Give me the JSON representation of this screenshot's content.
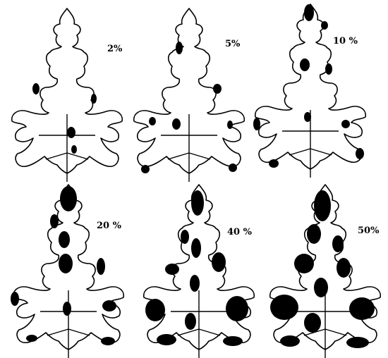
{
  "panels": [
    {
      "label": "2%",
      "severity_percent": 2
    },
    {
      "label": "5%",
      "severity_percent": 5
    },
    {
      "label": "10 %",
      "severity_percent": 10
    },
    {
      "label": "20 %",
      "severity_percent": 20
    },
    {
      "label": "40 %",
      "severity_percent": 40
    },
    {
      "label": "50%",
      "severity_percent": 50
    }
  ],
  "colors": {
    "ink": "#000000",
    "background": "#ffffff"
  }
}
